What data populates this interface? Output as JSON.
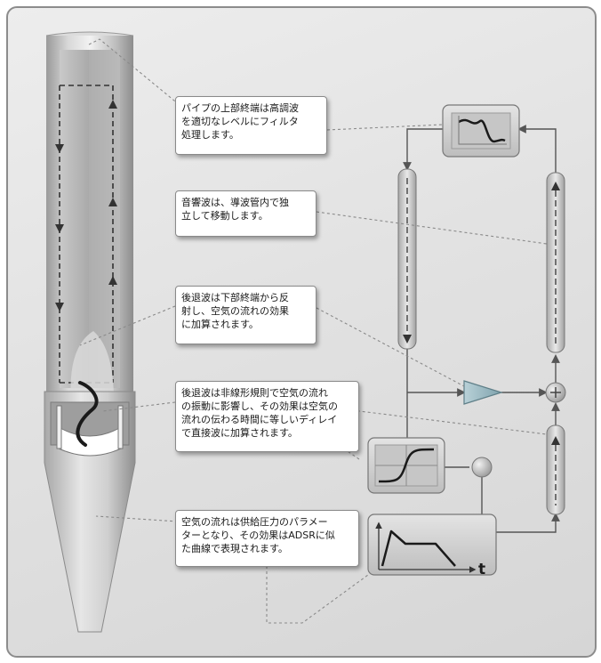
{
  "callouts": {
    "filter": "パイプの上部終端は高調波\nを適切なレベルにフィルタ\n処理します。",
    "independent": "音響波は、導波管内で独\n立して移動します。",
    "reflection": "後退波は下部終端から反\n射し、空気の流れの効果\nに加算されます。",
    "nonlinear": "後退波は非線形規則で空気の流れ\nの振動に影響し、その効果は空気の\n流れの伝わる時間に等しいディレイ\nで直接波に加算されます。",
    "airflow": "空気の流れは供給圧力のパラメー\nターとなり、その効果はADSRに似\nた曲線で表現されます。"
  },
  "envelope": {
    "axis_label": "t"
  },
  "icons": {
    "filter_block": "lowpass-filter-icon",
    "nonlinear_block": "sigmoid-curve-icon",
    "envelope_block": "adsr-envelope-icon",
    "amplifier": "amplifier-triangle-icon",
    "adder": "summing-junction-icon"
  },
  "colors": {
    "background": "#e4e4e4",
    "block_fill": "#cfcfcf",
    "line": "#555555",
    "callout_border": "#8a8a8a"
  }
}
